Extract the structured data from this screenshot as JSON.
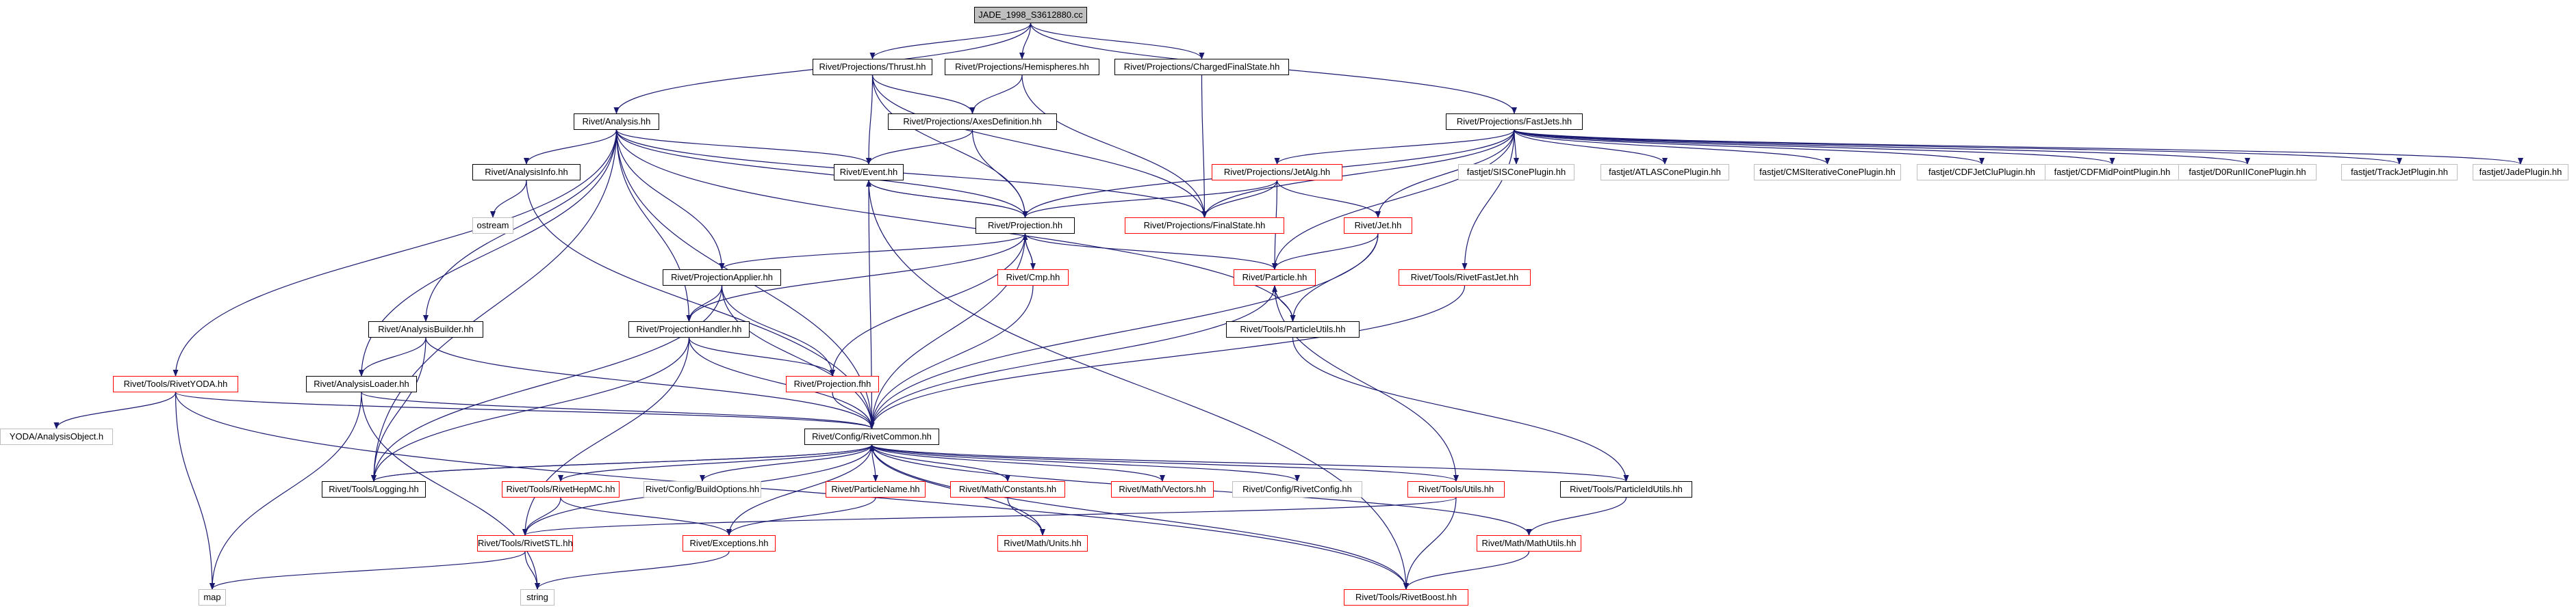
{
  "colors": {
    "edge": "#191970",
    "node_border": "#000000",
    "node_missing_border": "#ff0000",
    "node_external_border": "#bfbfbf",
    "root_fill": "#bfbfbf",
    "background": "#ffffff"
  },
  "nodes": [
    {
      "id": "jade",
      "label": "JADE_1998_S3612880.cc",
      "kind": "root"
    },
    {
      "id": "thrust",
      "label": "Rivet/Projections/Thrust.hh",
      "kind": "normal"
    },
    {
      "id": "hemi",
      "label": "Rivet/Projections/Hemispheres.hh",
      "kind": "normal"
    },
    {
      "id": "cfs",
      "label": "Rivet/Projections/ChargedFinalState.hh",
      "kind": "normal"
    },
    {
      "id": "analysis",
      "label": "Rivet/Analysis.hh",
      "kind": "normal"
    },
    {
      "id": "axes",
      "label": "Rivet/Projections/AxesDefinition.hh",
      "kind": "normal"
    },
    {
      "id": "fastjets",
      "label": "Rivet/Projections/FastJets.hh",
      "kind": "normal"
    },
    {
      "id": "ainfo",
      "label": "Rivet/AnalysisInfo.hh",
      "kind": "normal"
    },
    {
      "id": "event",
      "label": "Rivet/Event.hh",
      "kind": "normal"
    },
    {
      "id": "jetalg",
      "label": "Rivet/Projections/JetAlg.hh",
      "kind": "missing"
    },
    {
      "id": "sis",
      "label": "fastjet/SISConePlugin.hh",
      "kind": "external"
    },
    {
      "id": "atlas",
      "label": "fastjet/ATLASConePlugin.hh",
      "kind": "external"
    },
    {
      "id": "cms",
      "label": "fastjet/CMSIterativeConePlugin.hh",
      "kind": "external"
    },
    {
      "id": "cdfjet",
      "label": "fastjet/CDFJetCluPlugin.hh",
      "kind": "external"
    },
    {
      "id": "cdfmid",
      "label": "fastjet/CDFMidPointPlugin.hh",
      "kind": "external"
    },
    {
      "id": "d0",
      "label": "fastjet/D0RunIIConePlugin.hh",
      "kind": "external"
    },
    {
      "id": "trackjet",
      "label": "fastjet/TrackJetPlugin.hh",
      "kind": "external"
    },
    {
      "id": "jade_pl",
      "label": "fastjet/JadePlugin.hh",
      "kind": "external"
    },
    {
      "id": "ostream",
      "label": "ostream",
      "kind": "external"
    },
    {
      "id": "projection",
      "label": "Rivet/Projection.hh",
      "kind": "normal"
    },
    {
      "id": "finalstate",
      "label": "Rivet/Projections/FinalState.hh",
      "kind": "missing"
    },
    {
      "id": "jet",
      "label": "Rivet/Jet.hh",
      "kind": "missing"
    },
    {
      "id": "papplier",
      "label": "Rivet/ProjectionApplier.hh",
      "kind": "normal"
    },
    {
      "id": "cmp",
      "label": "Rivet/Cmp.hh",
      "kind": "missing"
    },
    {
      "id": "particle",
      "label": "Rivet/Particle.hh",
      "kind": "missing"
    },
    {
      "id": "rfastjet",
      "label": "Rivet/Tools/RivetFastJet.hh",
      "kind": "missing"
    },
    {
      "id": "abuilder",
      "label": "Rivet/AnalysisBuilder.hh",
      "kind": "normal"
    },
    {
      "id": "phandler",
      "label": "Rivet/ProjectionHandler.hh",
      "kind": "normal"
    },
    {
      "id": "putils",
      "label": "Rivet/Tools/ParticleUtils.hh",
      "kind": "normal"
    },
    {
      "id": "ryoda",
      "label": "Rivet/Tools/RivetYODA.hh",
      "kind": "missing"
    },
    {
      "id": "aloader",
      "label": "Rivet/AnalysisLoader.hh",
      "kind": "normal"
    },
    {
      "id": "pfhh",
      "label": "Rivet/Projection.fhh",
      "kind": "missing"
    },
    {
      "id": "yodaobj",
      "label": "YODA/AnalysisObject.h",
      "kind": "external"
    },
    {
      "id": "common",
      "label": "Rivet/Config/RivetCommon.hh",
      "kind": "normal"
    },
    {
      "id": "logging",
      "label": "Rivet/Tools/Logging.hh",
      "kind": "normal"
    },
    {
      "id": "hepmc",
      "label": "Rivet/Tools/RivetHepMC.hh",
      "kind": "missing"
    },
    {
      "id": "buildopts",
      "label": "Rivet/Config/BuildOptions.hh",
      "kind": "external"
    },
    {
      "id": "pname",
      "label": "Rivet/ParticleName.hh",
      "kind": "missing"
    },
    {
      "id": "constants",
      "label": "Rivet/Math/Constants.hh",
      "kind": "missing"
    },
    {
      "id": "vectors",
      "label": "Rivet/Math/Vectors.hh",
      "kind": "missing"
    },
    {
      "id": "rconfig",
      "label": "Rivet/Config/RivetConfig.hh",
      "kind": "external"
    },
    {
      "id": "rutils",
      "label": "Rivet/Tools/Utils.hh",
      "kind": "missing"
    },
    {
      "id": "pidutils",
      "label": "Rivet/Tools/ParticleIdUtils.hh",
      "kind": "normal"
    },
    {
      "id": "stl",
      "label": "Rivet/Tools/RivetSTL.hh",
      "kind": "missing"
    },
    {
      "id": "exceptions",
      "label": "Rivet/Exceptions.hh",
      "kind": "missing"
    },
    {
      "id": "units",
      "label": "Rivet/Math/Units.hh",
      "kind": "missing"
    },
    {
      "id": "mathutils",
      "label": "Rivet/Math/MathUtils.hh",
      "kind": "missing"
    },
    {
      "id": "map",
      "label": "map",
      "kind": "external"
    },
    {
      "id": "string",
      "label": "string",
      "kind": "external"
    },
    {
      "id": "boost",
      "label": "Rivet/Tools/RivetBoost.hh",
      "kind": "missing"
    }
  ],
  "edges": [
    [
      "jade",
      "thrust"
    ],
    [
      "jade",
      "hemi"
    ],
    [
      "jade",
      "cfs"
    ],
    [
      "jade",
      "analysis"
    ],
    [
      "jade",
      "fastjets"
    ],
    [
      "thrust",
      "axes"
    ],
    [
      "thrust",
      "event"
    ],
    [
      "thrust",
      "projection"
    ],
    [
      "thrust",
      "finalstate"
    ],
    [
      "hemi",
      "axes"
    ],
    [
      "hemi",
      "finalstate"
    ],
    [
      "cfs",
      "finalstate"
    ],
    [
      "axes",
      "event"
    ],
    [
      "axes",
      "projection"
    ],
    [
      "analysis",
      "ainfo"
    ],
    [
      "analysis",
      "event"
    ],
    [
      "analysis",
      "projection"
    ],
    [
      "analysis",
      "papplier"
    ],
    [
      "analysis",
      "abuilder"
    ],
    [
      "analysis",
      "phandler"
    ],
    [
      "analysis",
      "aloader"
    ],
    [
      "analysis",
      "ryoda"
    ],
    [
      "analysis",
      "logging"
    ],
    [
      "analysis",
      "common"
    ],
    [
      "analysis",
      "putils"
    ],
    [
      "analysis",
      "finalstate"
    ],
    [
      "ainfo",
      "ostream"
    ],
    [
      "ainfo",
      "common"
    ],
    [
      "event",
      "projection"
    ],
    [
      "event",
      "common"
    ],
    [
      "event",
      "boost"
    ],
    [
      "fastjets",
      "projection"
    ],
    [
      "fastjets",
      "jetalg"
    ],
    [
      "fastjets",
      "finalstate"
    ],
    [
      "fastjets",
      "jet"
    ],
    [
      "fastjets",
      "particle"
    ],
    [
      "fastjets",
      "rfastjet"
    ],
    [
      "fastjets",
      "sis"
    ],
    [
      "fastjets",
      "atlas"
    ],
    [
      "fastjets",
      "cms"
    ],
    [
      "fastjets",
      "cdfjet"
    ],
    [
      "fastjets",
      "cdfmid"
    ],
    [
      "fastjets",
      "d0"
    ],
    [
      "fastjets",
      "trackjet"
    ],
    [
      "fastjets",
      "jade_pl"
    ],
    [
      "jetalg",
      "projection"
    ],
    [
      "jetalg",
      "finalstate"
    ],
    [
      "jetalg",
      "jet"
    ],
    [
      "jetalg",
      "particle"
    ],
    [
      "projection",
      "event"
    ],
    [
      "projection",
      "cmp"
    ],
    [
      "projection",
      "papplier"
    ],
    [
      "projection",
      "phandler"
    ],
    [
      "projection",
      "pfhh"
    ],
    [
      "projection",
      "common"
    ],
    [
      "projection",
      "particle"
    ],
    [
      "cmp",
      "projection"
    ],
    [
      "cmp",
      "common"
    ],
    [
      "jet",
      "particle"
    ],
    [
      "jet",
      "putils"
    ],
    [
      "jet",
      "common"
    ],
    [
      "particle",
      "putils"
    ],
    [
      "particle",
      "common"
    ],
    [
      "particle",
      "rutils"
    ],
    [
      "putils",
      "particle"
    ],
    [
      "putils",
      "pidutils"
    ],
    [
      "rfastjet",
      "common"
    ],
    [
      "papplier",
      "phandler"
    ],
    [
      "papplier",
      "pfhh"
    ],
    [
      "papplier",
      "common"
    ],
    [
      "papplier",
      "logging"
    ],
    [
      "abuilder",
      "aloader"
    ],
    [
      "abuilder",
      "common"
    ],
    [
      "abuilder",
      "logging"
    ],
    [
      "phandler",
      "pfhh"
    ],
    [
      "phandler",
      "common"
    ],
    [
      "phandler",
      "logging"
    ],
    [
      "phandler",
      "stl"
    ],
    [
      "aloader",
      "common"
    ],
    [
      "aloader",
      "map"
    ],
    [
      "aloader",
      "string"
    ],
    [
      "ryoda",
      "yodaobj"
    ],
    [
      "ryoda",
      "common"
    ],
    [
      "ryoda",
      "map"
    ],
    [
      "ryoda",
      "boost"
    ],
    [
      "pfhh",
      "common"
    ],
    [
      "common",
      "logging"
    ],
    [
      "common",
      "hepmc"
    ],
    [
      "common",
      "buildopts"
    ],
    [
      "common",
      "pname"
    ],
    [
      "common",
      "constants"
    ],
    [
      "common",
      "vectors"
    ],
    [
      "common",
      "rconfig"
    ],
    [
      "common",
      "rutils"
    ],
    [
      "common",
      "pidutils"
    ],
    [
      "common",
      "stl"
    ],
    [
      "common",
      "exceptions"
    ],
    [
      "common",
      "units"
    ],
    [
      "common",
      "mathutils"
    ],
    [
      "common",
      "boost"
    ],
    [
      "logging",
      "common"
    ],
    [
      "hepmc",
      "stl"
    ],
    [
      "hepmc",
      "exceptions"
    ],
    [
      "pname",
      "exceptions"
    ],
    [
      "constants",
      "units"
    ],
    [
      "rutils",
      "stl"
    ],
    [
      "rutils",
      "boost"
    ],
    [
      "pidutils",
      "mathutils"
    ],
    [
      "stl",
      "map"
    ],
    [
      "stl",
      "string"
    ],
    [
      "exceptions",
      "string"
    ],
    [
      "mathutils",
      "boost"
    ]
  ]
}
